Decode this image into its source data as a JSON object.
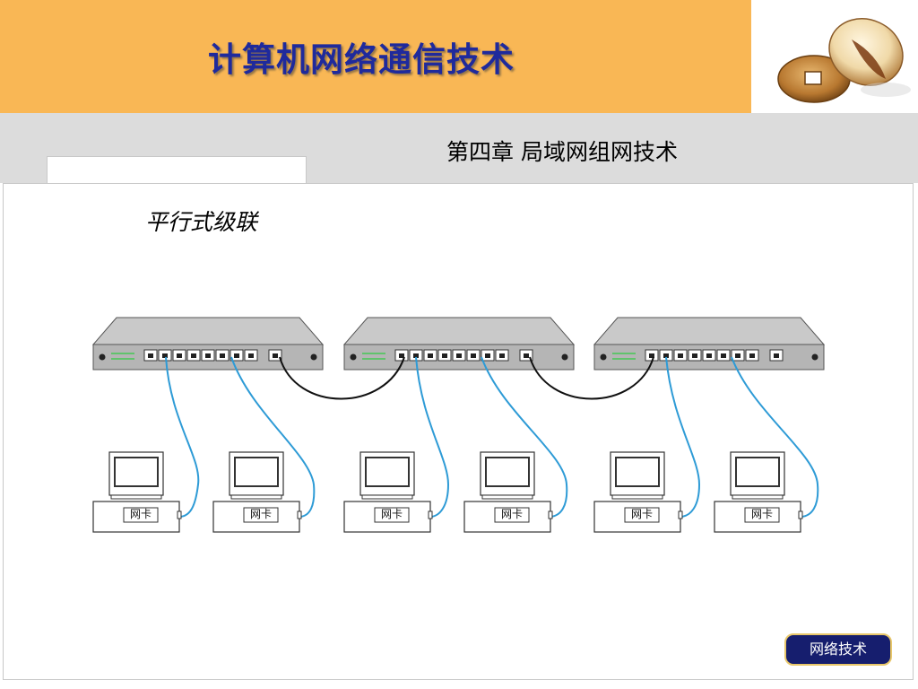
{
  "header": {
    "title": "计算机网络通信技术",
    "chapter": "第四章  局域网组网技术"
  },
  "slide": {
    "subtitle": "平行式级联"
  },
  "diagram": {
    "nic_label": "网卡",
    "hub_count": 3,
    "computers_per_hub": 2
  },
  "footer": {
    "badge": "网络技术"
  },
  "colors": {
    "header_band": "#F9B755",
    "title_text": "#1F2A9C",
    "grey_band": "#DCDCDC",
    "cable_blue": "#2E9BD6",
    "cascade_cable": "#111111",
    "hub_body": "#BFBFBF",
    "badge_bg": "#161E6E"
  }
}
